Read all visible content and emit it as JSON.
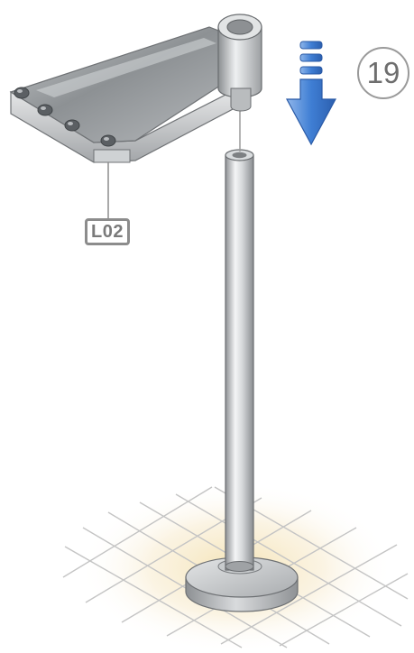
{
  "instruction": {
    "step_number": "19",
    "part_label": "L02",
    "action": "push-down",
    "arrow_color": "#3f7ed4"
  },
  "parts": [
    {
      "name": "triangular-bracket",
      "color": "#8f9396"
    },
    {
      "name": "vertical-pole",
      "color": "#c9ccce"
    },
    {
      "name": "round-base",
      "color": "#b5b8ba"
    }
  ],
  "floor": {
    "style": "grid",
    "glow_color": "#f2dfae"
  }
}
